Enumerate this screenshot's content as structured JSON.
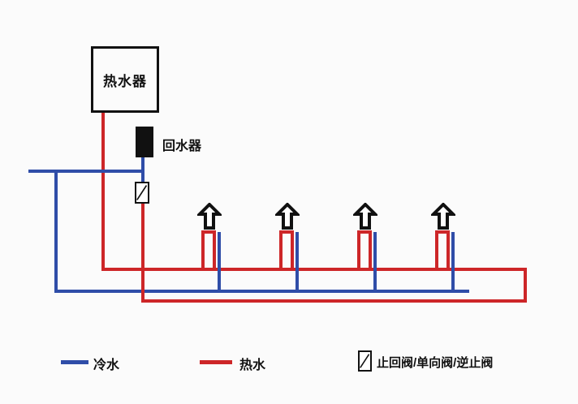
{
  "diagram": {
    "labels": {
      "heater": "热水器",
      "return_device": "回水器"
    },
    "legend": {
      "cold": "冷水",
      "hot": "热水",
      "valve": "止回阀/单向阀/逆止阀"
    },
    "faucet_count": 4,
    "colors": {
      "cold": "#2f4da8",
      "hot": "#cd2628",
      "outline": "#111111",
      "background": "#fbfbfb"
    }
  }
}
